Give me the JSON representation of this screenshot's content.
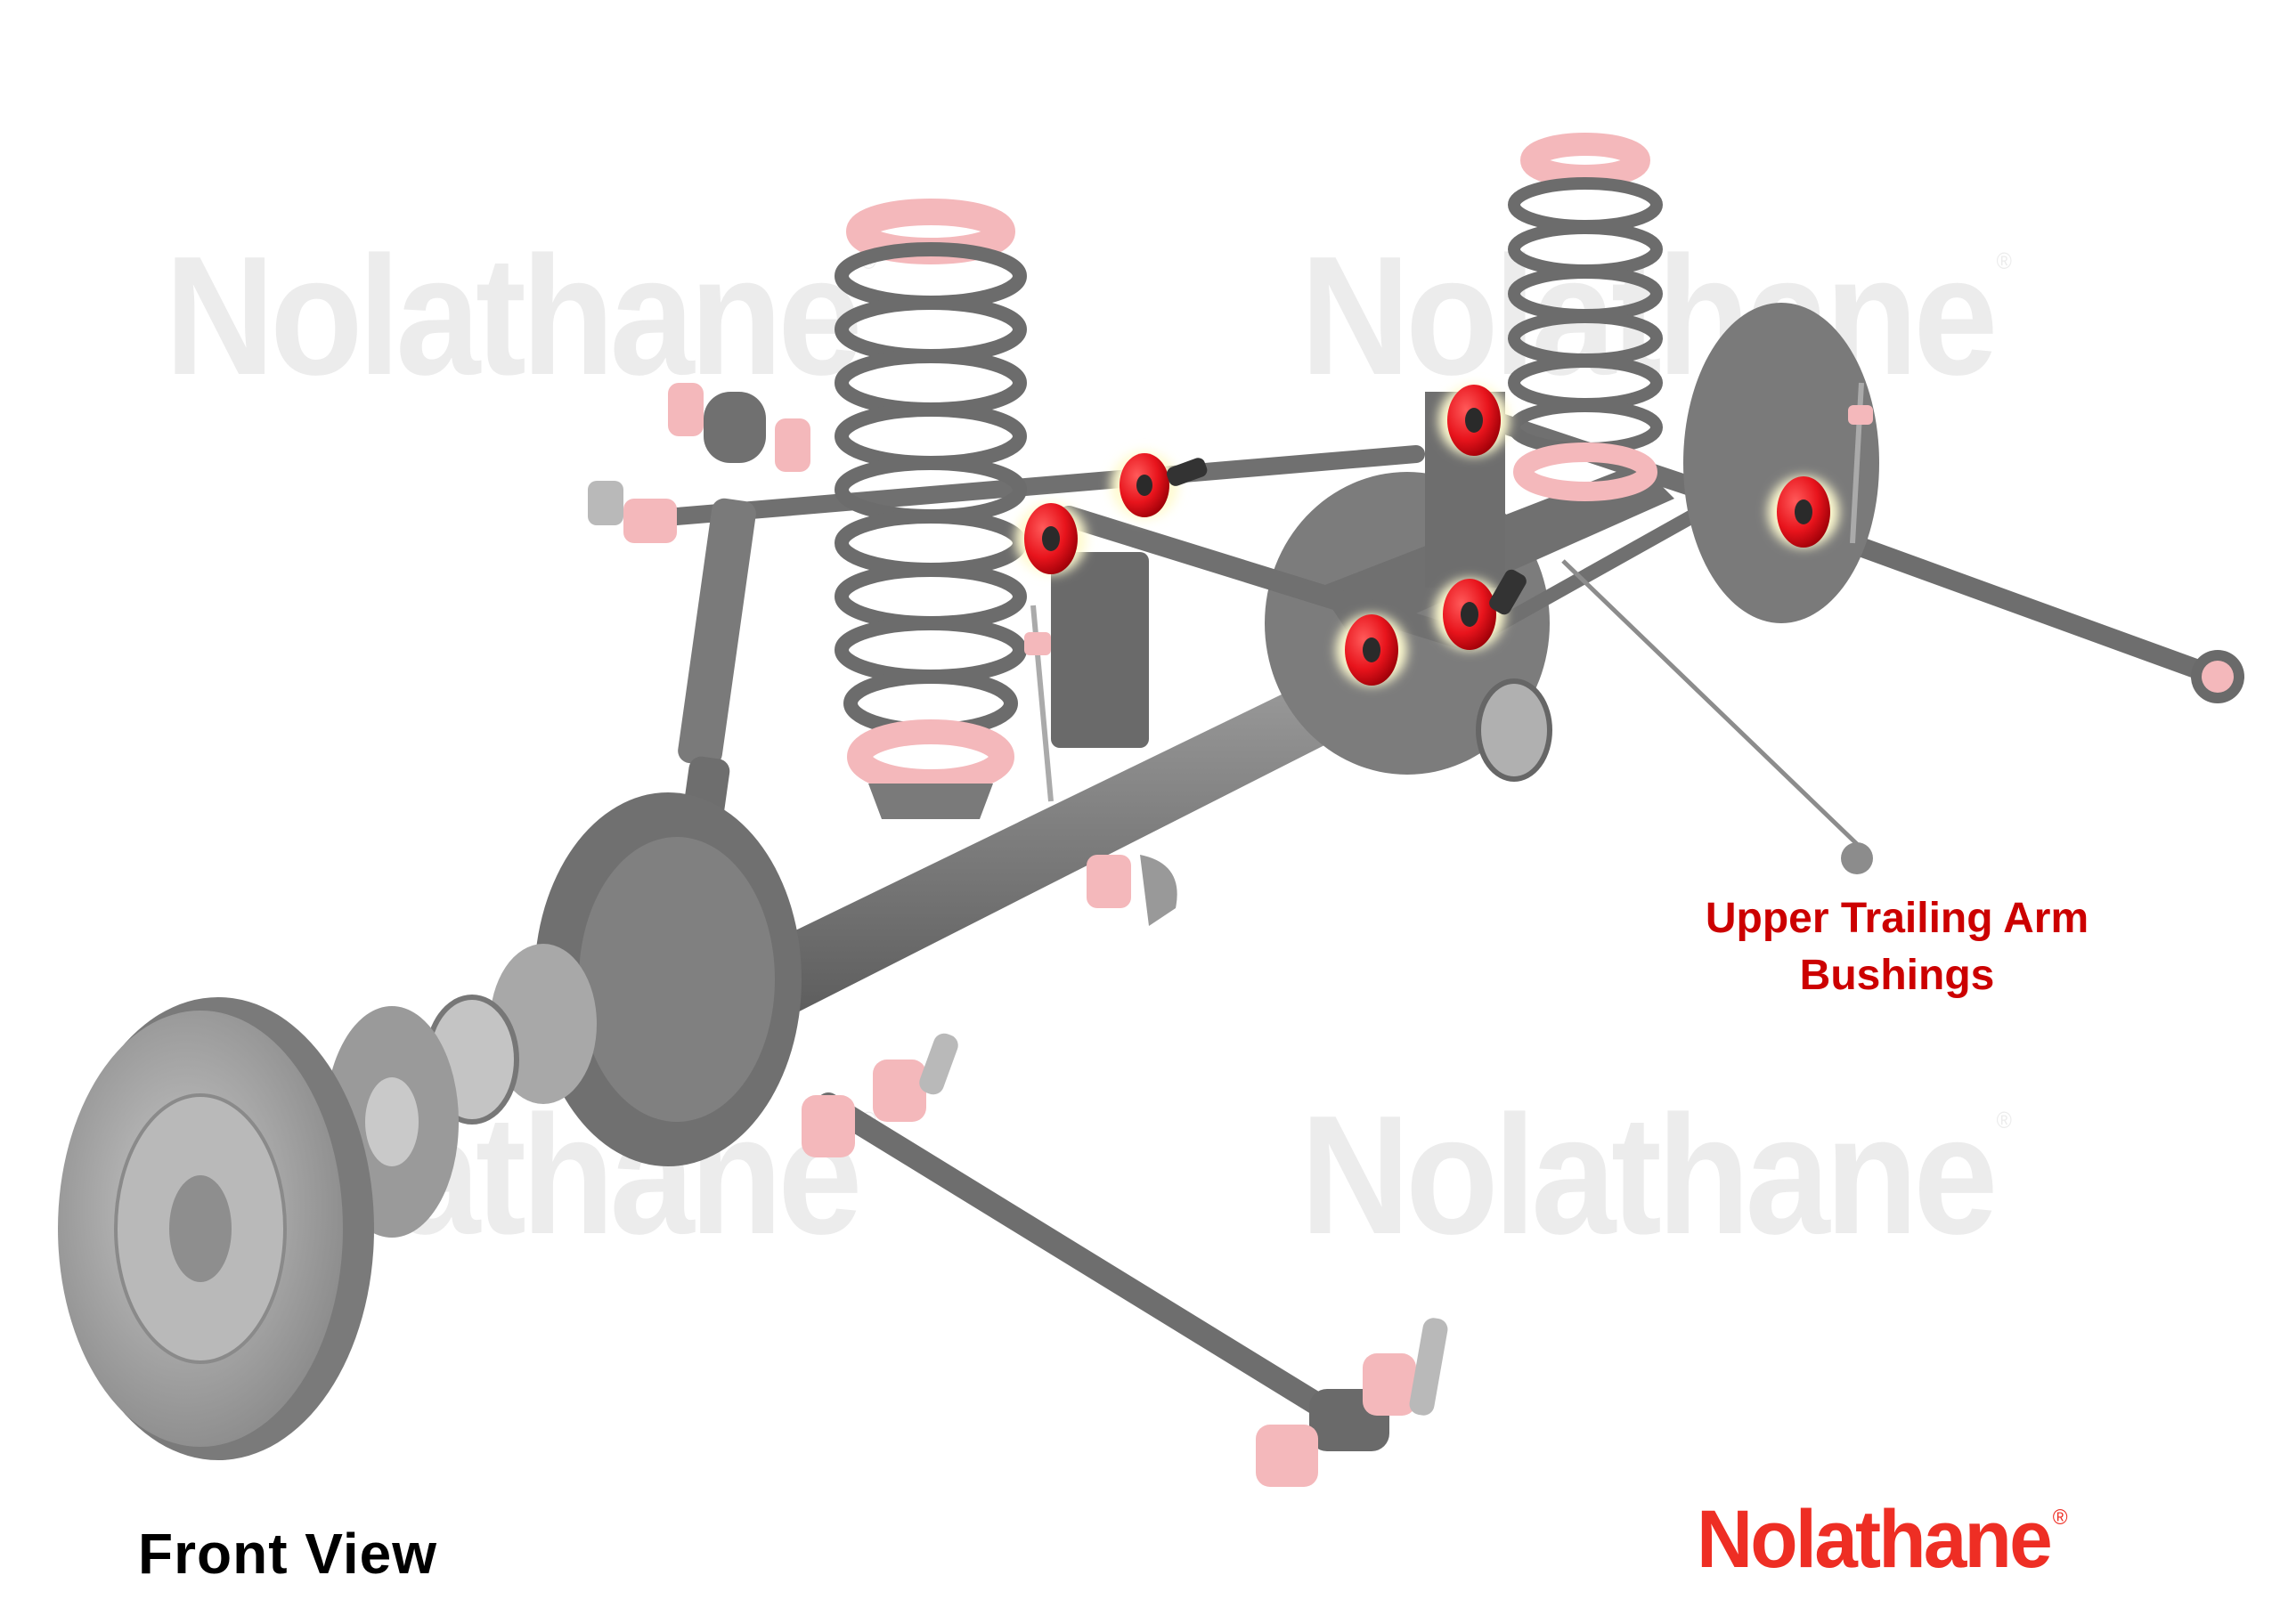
{
  "watermarks": [
    {
      "text": "Nolathane",
      "mark": "®"
    },
    {
      "text": "Nolathane",
      "mark": "®"
    },
    {
      "text": "Nolathane",
      "mark": "®"
    },
    {
      "text": "Nolathane",
      "mark": "®"
    }
  ],
  "callout": {
    "line1": "Upper Trailing Arm",
    "line2": "Bushings",
    "color": "#cc0000"
  },
  "view_label": "Front View",
  "logo": {
    "text": "Nolathane",
    "mark": "®",
    "color": "#ee2e24"
  },
  "colors": {
    "metal": "#7d7d7d",
    "metal_dark": "#5e5e5e",
    "bushing_highlight": "#e8141c",
    "bushing_other": "#f4b8bb",
    "leader_line": "#8c8c8c",
    "watermark": "#ececec"
  }
}
